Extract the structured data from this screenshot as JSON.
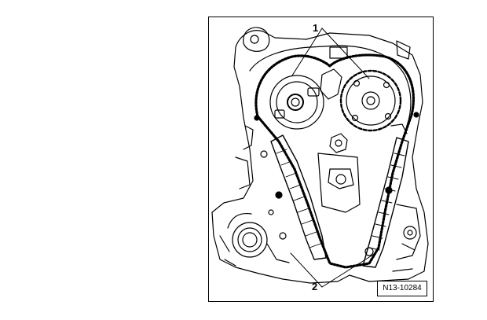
{
  "figure": {
    "callouts": [
      {
        "id": "1",
        "label": "1"
      },
      {
        "id": "2",
        "label": "2"
      }
    ],
    "reference_code": "N13-10284"
  },
  "colors": {
    "line": "#000000",
    "background": "#ffffff"
  }
}
